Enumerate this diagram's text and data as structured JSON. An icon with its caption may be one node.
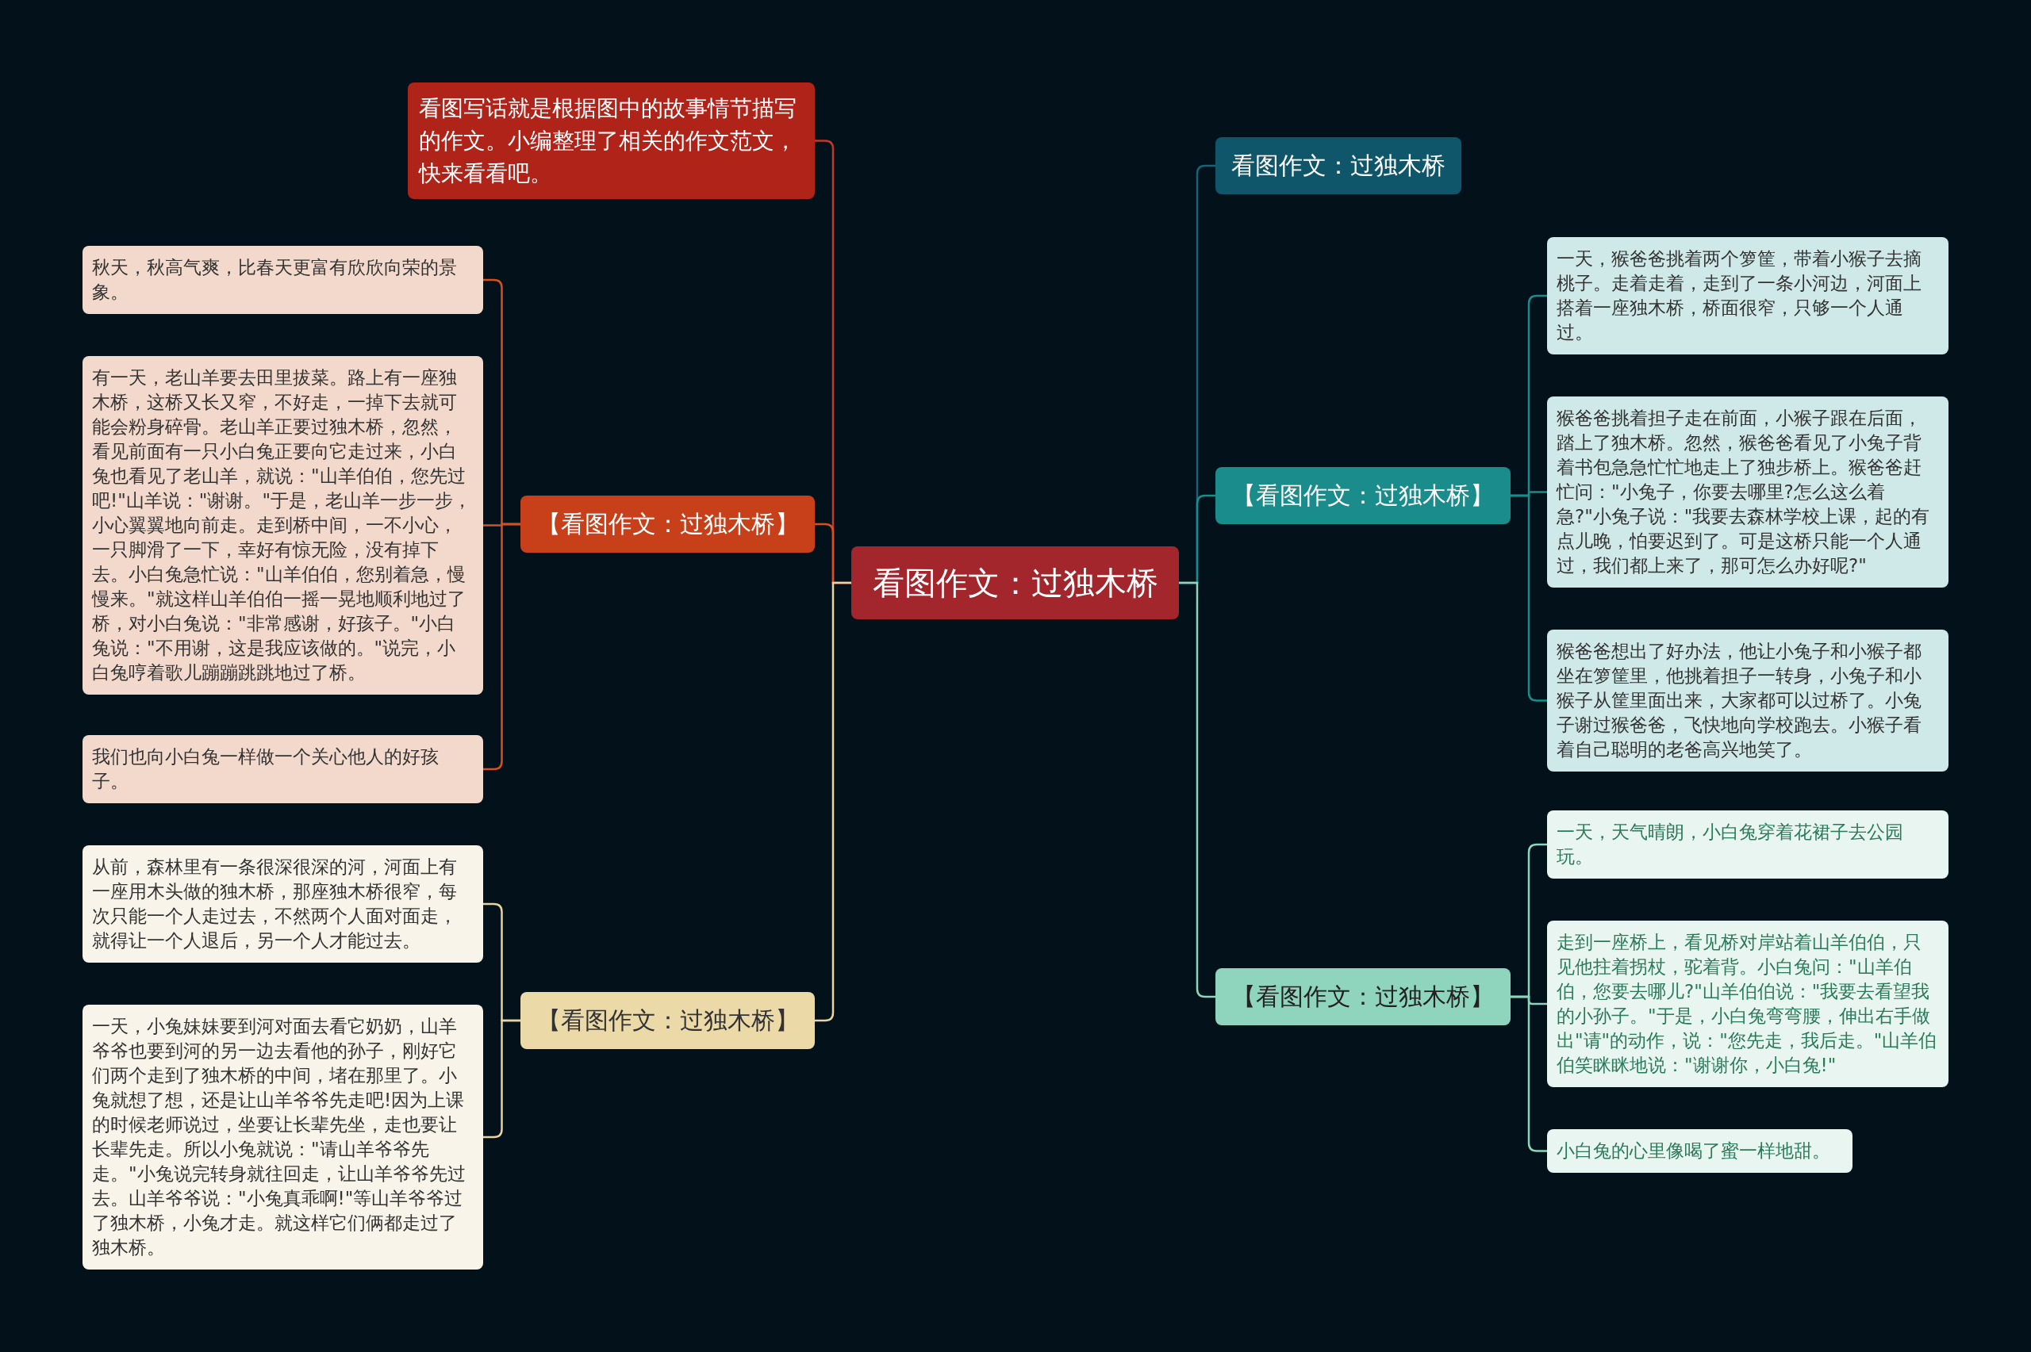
{
  "diagram": {
    "nodes": [
      {
        "text": [
          "看图作文：过独木桥"
        ]
      },
      {
        "text": [
          "看图写话就是根据图中的故事情节描写的作文。小编整理了相关的作文范文，快来看看吧。"
        ]
      },
      {
        "text": [
          "【看图作文：过独木桥】"
        ]
      },
      {
        "text": [
          "秋天，秋高气爽，比春天更富有欣欣向荣的景象。"
        ]
      },
      {
        "text": [
          "有一天，老山羊要去田里拔菜。路上有一座独木桥，这桥又长又窄，不好走，一掉下去就可能会粉身碎骨。老山羊正要过独木桥，忽然，看见前面有一只小白兔正要向它走过来，小白兔也看见了老山羊，就说：\"山羊伯伯，您先过吧!\"山羊说：\"谢谢。\"于是，老山羊一步一步，小心翼翼地向前走。走到桥中间，一不小心，一只脚滑了一下，幸好有惊无险，没有掉下去。小白兔急忙说：\"山羊伯伯，您别着急，慢慢来。\"就这样山羊伯伯一摇一晃地顺利地过了桥，对小白兔说：\"非常感谢，好孩子。\"小白兔说：\"不用谢，这是我应该做的。\"说完，小白兔哼着歌儿蹦蹦跳跳地过了桥。"
        ]
      },
      {
        "text": [
          "我们也向小白兔一样做一个关心他人的好孩子。"
        ]
      },
      {
        "text": [
          "【看图作文：过独木桥】"
        ]
      },
      {
        "text": [
          "从前，森林里有一条很深很深的河，河面上有一座用木头做的独木桥，那座独木桥很窄，每次只能一个人走过去，不然两个人面对面走，就得让一个人退后，另一个人才能过去。"
        ]
      },
      {
        "text": [
          "一天，小兔妹妹要到河对面去看它奶奶，山羊爷爷也要到河的另一边去看他的孙子，刚好它们两个走到了独木桥的中间，堵在那里了。小兔就想了想，还是让山羊爷爷先走吧!因为上课的时候老师说过，坐要让长辈先坐，走也要让长辈先走。所以小兔就说：\"请山羊爷爷先走。\"小兔说完转身就往回走，让山羊爷爷先过去。山羊爷爷说：\"小兔真乖啊!\"等山羊爷爷过了独木桥，小兔才走。就这样它们俩都走过了独木桥。"
        ]
      },
      {
        "text": [
          "看图作文：过独木桥"
        ]
      },
      {
        "text": [
          "【看图作文：过独木桥】"
        ]
      },
      {
        "text": [
          "一天，猴爸爸挑着两个箩筐，带着小猴子去摘桃子。走着走着，走到了一条小河边，河面上搭着一座独木桥，桥面很窄，只够一个人通过。"
        ]
      },
      {
        "text": [
          "猴爸爸挑着担子走在前面，小猴子跟在后面，踏上了独木桥。忽然，猴爸爸看见了小兔子背着书包急急忙忙地走上了独步桥上。猴爸爸赶忙问：\"小兔子，你要去哪里?怎么这么着急?\"小兔子说：\"我要去森林学校上课，起的有点儿晚，怕要迟到了。可是这桥只能一个人通过，我们都上来了，那可怎么办好呢?\""
        ]
      },
      {
        "text": [
          "猴爸爸想出了好办法，他让小兔子和小猴子都坐在箩筐里，他挑着担子一转身，小兔子和小猴子从筐里面出来，大家都可以过桥了。小兔子谢过猴爸爸，飞快地向学校跑去。小猴子看着自己聪明的老爸高兴地笑了。"
        ]
      },
      {
        "text": [
          "【看图作文：过独木桥】"
        ]
      },
      {
        "text": [
          "一天，天气晴朗，小白兔穿着花裙子去公园玩。"
        ]
      },
      {
        "text": [
          "走到一座桥上，看见桥对岸站着山羊伯伯，只见他拄着拐杖，驼着背。小白兔问：\"山羊伯伯，您要去哪儿?\"山羊伯伯说：\"我要去看望我的小孙子。\"于是，小白兔弯弯腰，伸出右手做出\"请\"的动作，说：\"您先走，我后走。\"山羊伯伯笑眯眯地说：\"谢谢你，小白兔!\""
        ]
      },
      {
        "text": [
          "小白兔的心里像喝了蜜一样地甜。"
        ]
      }
    ],
    "edges": [
      {
        "from": 0,
        "to": 1,
        "arrow": "none",
        "color": "#c0392b"
      },
      {
        "from": 0,
        "to": 2,
        "arrow": "none",
        "color": "#d9501f"
      },
      {
        "from": 0,
        "to": 6,
        "arrow": "none",
        "color": "#e8d4a0"
      },
      {
        "from": 0,
        "to": 9,
        "arrow": "none",
        "color": "#176275"
      },
      {
        "from": 0,
        "to": 10,
        "arrow": "none",
        "color": "#1a8c8c"
      },
      {
        "from": 0,
        "to": 14,
        "arrow": "none",
        "color": "#8fd4bc"
      },
      {
        "from": 2,
        "to": 3,
        "arrow": "none",
        "color": "#d9501f"
      },
      {
        "from": 2,
        "to": 4,
        "arrow": "none",
        "color": "#d9501f"
      },
      {
        "from": 2,
        "to": 5,
        "arrow": "none",
        "color": "#d9501f"
      },
      {
        "from": 6,
        "to": 7,
        "arrow": "none",
        "color": "#e8d4a0"
      },
      {
        "from": 6,
        "to": 8,
        "arrow": "none",
        "color": "#e8d4a0"
      },
      {
        "from": 10,
        "to": 11,
        "arrow": "none",
        "color": "#1a8c8c"
      },
      {
        "from": 10,
        "to": 12,
        "arrow": "none",
        "color": "#1a8c8c"
      },
      {
        "from": 10,
        "to": 13,
        "arrow": "none",
        "color": "#1a8c8c"
      },
      {
        "from": 14,
        "to": 15,
        "arrow": "none",
        "color": "#8fd4bc"
      },
      {
        "from": 14,
        "to": 16,
        "arrow": "none",
        "color": "#8fd4bc"
      },
      {
        "from": 14,
        "to": 17,
        "arrow": "none",
        "color": "#8fd4bc"
      }
    ]
  }
}
